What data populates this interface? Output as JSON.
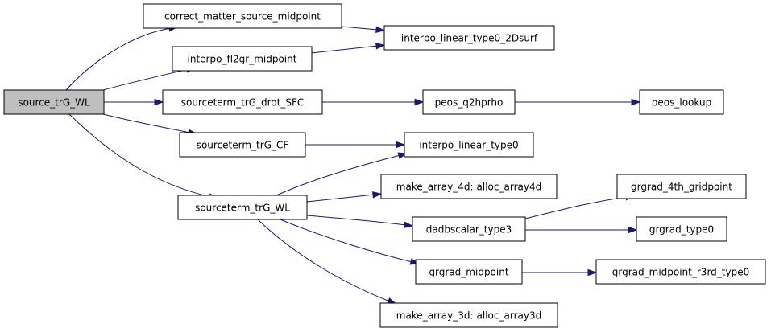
{
  "graph": {
    "type": "call-graph",
    "edge_color": "#191970",
    "root_fill": "#bfbfbf",
    "node_fill": "#ffffff",
    "nodes": [
      {
        "id": "n0",
        "label": "source_trG_WL",
        "root": true
      },
      {
        "id": "n1",
        "label": "correct_matter_source_midpoint"
      },
      {
        "id": "n2",
        "label": "interpo_linear_type0_2Dsurf"
      },
      {
        "id": "n3",
        "label": "interpo_fl2gr_midpoint"
      },
      {
        "id": "n4",
        "label": "sourceterm_trG_drot_SFC"
      },
      {
        "id": "n5",
        "label": "peos_q2hprho"
      },
      {
        "id": "n6",
        "label": "peos_lookup"
      },
      {
        "id": "n7",
        "label": "sourceterm_trG_CF"
      },
      {
        "id": "n8",
        "label": "interpo_linear_type0"
      },
      {
        "id": "n9",
        "label": "sourceterm_trG_WL"
      },
      {
        "id": "n10",
        "label": "make_array_4d::alloc_array4d"
      },
      {
        "id": "n11",
        "label": "dadbscalar_type3"
      },
      {
        "id": "n12",
        "label": "grgrad_4th_gridpoint"
      },
      {
        "id": "n13",
        "label": "grgrad_type0"
      },
      {
        "id": "n14",
        "label": "grgrad_midpoint"
      },
      {
        "id": "n15",
        "label": "grgrad_midpoint_r3rd_type0"
      },
      {
        "id": "n16",
        "label": "make_array_3d::alloc_array3d"
      }
    ],
    "edges": [
      {
        "from": "n0",
        "to": "n1"
      },
      {
        "from": "n0",
        "to": "n3"
      },
      {
        "from": "n0",
        "to": "n4"
      },
      {
        "from": "n0",
        "to": "n7"
      },
      {
        "from": "n0",
        "to": "n9"
      },
      {
        "from": "n1",
        "to": "n2"
      },
      {
        "from": "n3",
        "to": "n2"
      },
      {
        "from": "n4",
        "to": "n5"
      },
      {
        "from": "n5",
        "to": "n6"
      },
      {
        "from": "n7",
        "to": "n8"
      },
      {
        "from": "n9",
        "to": "n8"
      },
      {
        "from": "n9",
        "to": "n10"
      },
      {
        "from": "n9",
        "to": "n11"
      },
      {
        "from": "n9",
        "to": "n14"
      },
      {
        "from": "n9",
        "to": "n16"
      },
      {
        "from": "n11",
        "to": "n12"
      },
      {
        "from": "n11",
        "to": "n13"
      },
      {
        "from": "n14",
        "to": "n15"
      }
    ]
  }
}
